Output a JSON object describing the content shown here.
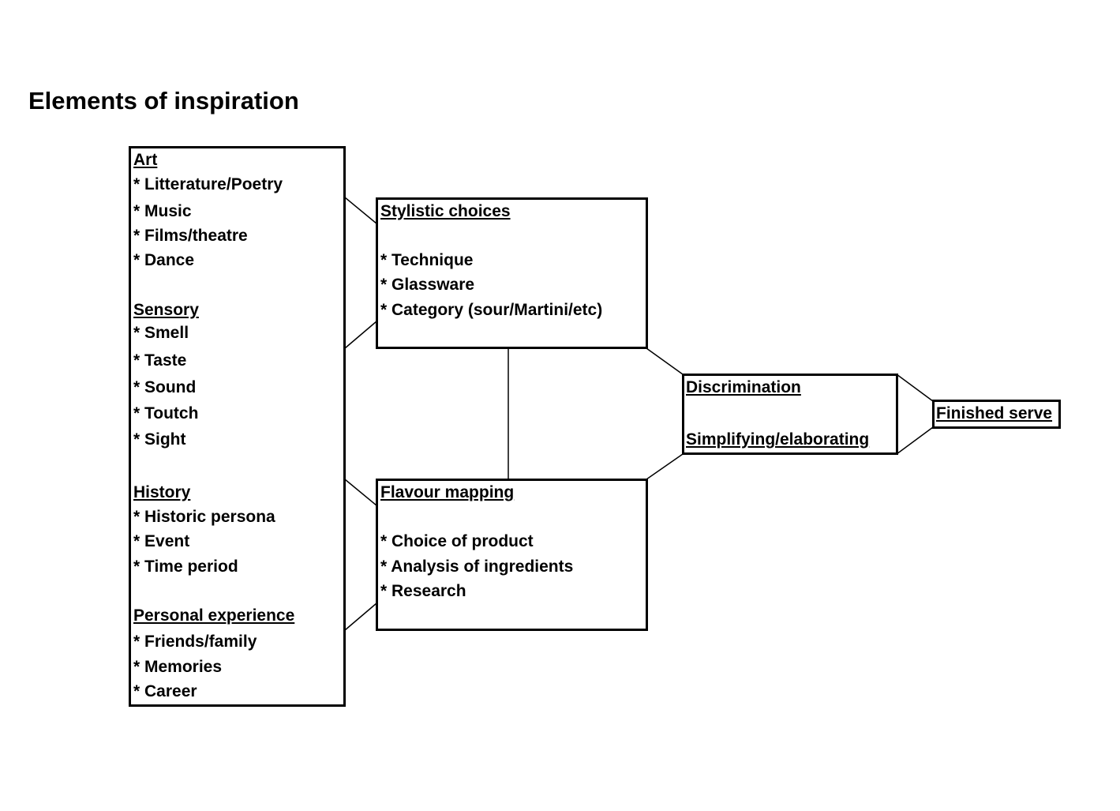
{
  "title": "Elements of inspiration",
  "inspiration": {
    "art": {
      "heading": "Art",
      "items": [
        "* Litterature/Poetry",
        "* Music",
        "* Films/theatre",
        "* Dance"
      ]
    },
    "sensory": {
      "heading": "Sensory",
      "items": [
        "* Smell",
        "* Taste",
        "* Sound",
        "* Toutch",
        "* Sight"
      ]
    },
    "history": {
      "heading": "History",
      "items": [
        "* Historic persona",
        "* Event",
        "* Time period"
      ]
    },
    "personal": {
      "heading": "Personal experience",
      "items": [
        "* Friends/family",
        "* Memories",
        "* Career"
      ]
    }
  },
  "stylistic": {
    "heading": "Stylistic choices",
    "items": [
      "* Technique",
      "* Glassware",
      "* Category (sour/Martini/etc)"
    ]
  },
  "flavour": {
    "heading": "Flavour mapping",
    "items": [
      "* Choice of product",
      "* Analysis of ingredients",
      "* Research"
    ]
  },
  "discrimination": {
    "heading": "Discrimination",
    "sub": "Simplifying/elaborating"
  },
  "finished": {
    "label": "Finished serve"
  }
}
